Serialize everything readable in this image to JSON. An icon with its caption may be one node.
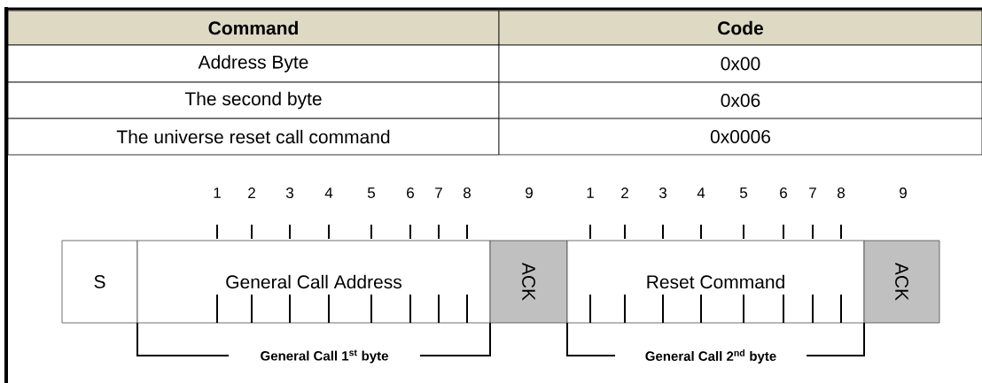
{
  "diagram": {
    "nodes": [
      {
        "text": [
          "S"
        ]
      },
      {
        "text": [
          "General Call Address"
        ]
      },
      {
        "text": [
          "ACK"
        ]
      },
      {
        "text": [
          "Reset Command"
        ]
      },
      {
        "text": [
          "ACK"
        ]
      }
    ],
    "labels": [
      "Command",
      "Code",
      "Address Byte",
      "0x00",
      "The second byte",
      "0x06",
      "The universe reset call command",
      "0x0006",
      "1",
      "2",
      "3",
      "4",
      "5",
      "6",
      "7",
      "8",
      "9",
      "1",
      "2",
      "3",
      "4",
      "5",
      "6",
      "7",
      "8",
      "9",
      "General Call 1$^{st}$ byte",
      "General Call 2$^{nd}$ byte"
    ]
  }
}
